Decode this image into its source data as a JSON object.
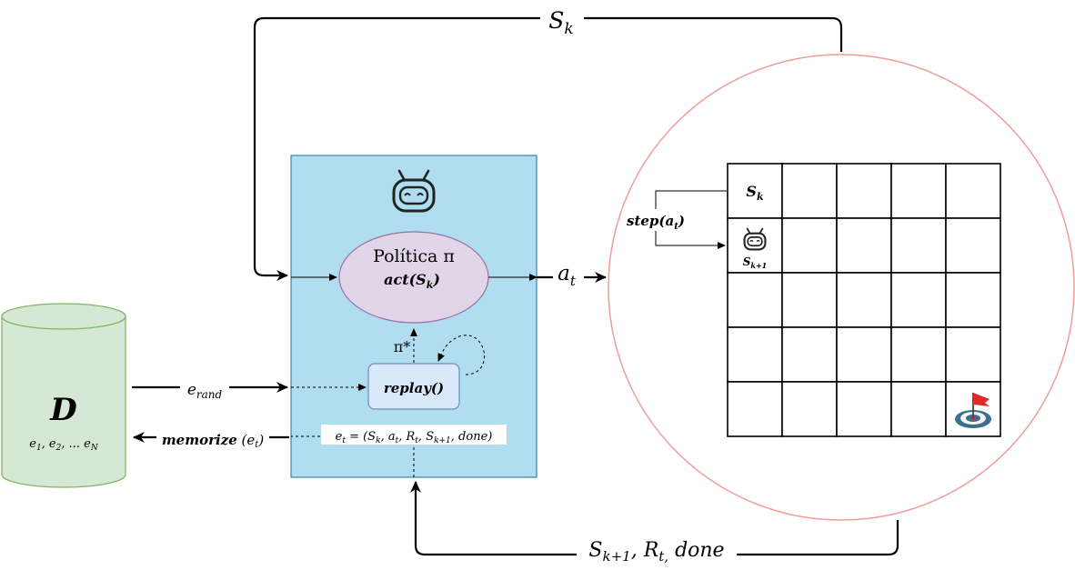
{
  "top_loop": {
    "label_main": "S",
    "label_sub": "k"
  },
  "bottom_loop": {
    "s_main": "S",
    "s_sub": "k+1",
    "r_main": "R",
    "r_sub": "t,",
    "done": "done"
  },
  "action_out": {
    "main": "a",
    "sub": "t"
  },
  "agent": {
    "policy_title": "Política π",
    "policy_fn_prefix": "act(S",
    "policy_fn_sub": "k",
    "policy_fn_suffix": ")",
    "pi_star": "π*",
    "replay_label": "replay()",
    "experience": {
      "prefix": "e",
      "prefix_sub": "t",
      "body1": " = (S",
      "sub_k": "k",
      "comma1": ", a",
      "sub_t1": "t",
      "comma2": ", R",
      "sub_t2": "t",
      "comma3": ", S",
      "sub_k1": "k+1",
      "tail": ", done)"
    }
  },
  "memory": {
    "title": "D",
    "items": {
      "e": "e",
      "s1": "1",
      "s2": "2",
      "dots": ", ... e",
      "sN": "N",
      "c1": ", e"
    }
  },
  "arrows": {
    "e_rand_main": "e",
    "e_rand_sub": "rand",
    "memorize_label": "memorize",
    "memorize_arg_open": " (e",
    "memorize_arg_sub": "t",
    "memorize_arg_close": ")"
  },
  "environment": {
    "step_label": "step(a",
    "step_sub": "t",
    "step_close": ")",
    "grid": {
      "rows": 5,
      "cols": 5
    },
    "cell_sk_main": "S",
    "cell_sk_sub": "k",
    "cell_sk1_main": "S",
    "cell_sk1_sub": "k+1"
  },
  "colors": {
    "agent_fill": "#b1ddf0",
    "agent_stroke": "#10739e",
    "policy_fill": "#e1d5e7",
    "policy_stroke": "#9673a6",
    "replay_fill": "#dae8fc",
    "replay_stroke": "#6c8ebf",
    "memory_fill": "#d5e8d4",
    "memory_stroke": "#82b366",
    "env_circle_stroke": "#f19c99",
    "goal_flag": "#e02a2a"
  },
  "icons": [
    "robot-icon",
    "goal-target-icon",
    "flag-icon"
  ]
}
